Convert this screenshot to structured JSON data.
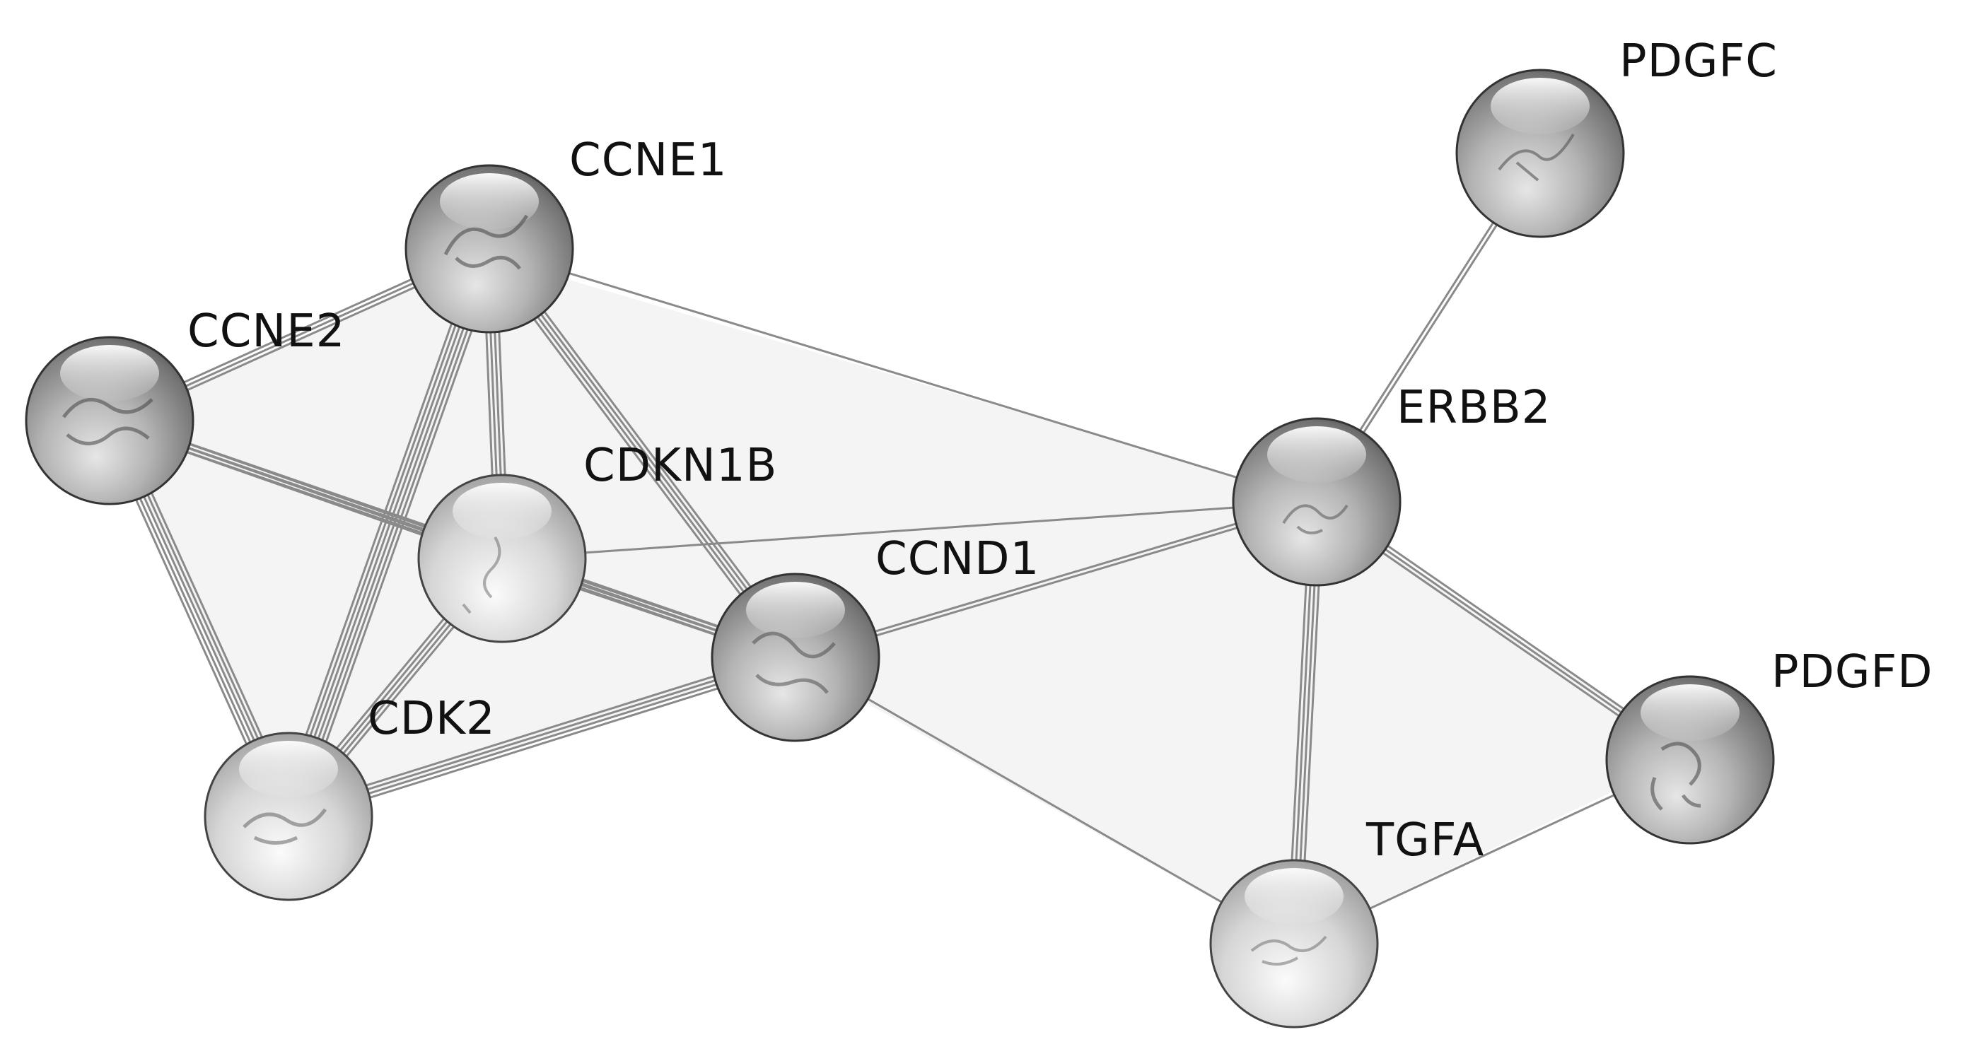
{
  "network": {
    "nodes": [
      {
        "id": "PDGFC",
        "label": "PDGFC",
        "tone": "dark"
      },
      {
        "id": "CCNE1",
        "label": "CCNE1",
        "tone": "dark"
      },
      {
        "id": "CCNE2",
        "label": "CCNE2",
        "tone": "dark"
      },
      {
        "id": "CDKN1B",
        "label": "CDKN1B",
        "tone": "light"
      },
      {
        "id": "ERBB2",
        "label": "ERBB2",
        "tone": "dark"
      },
      {
        "id": "CCND1",
        "label": "CCND1",
        "tone": "dark"
      },
      {
        "id": "PDGFD",
        "label": "PDGFD",
        "tone": "dark"
      },
      {
        "id": "CDK2",
        "label": "CDK2",
        "tone": "light"
      },
      {
        "id": "TGFA",
        "label": "TGFA",
        "tone": "light"
      }
    ],
    "edges": [
      {
        "source": "PDGFC",
        "target": "ERBB2",
        "lines": 2
      },
      {
        "source": "CCNE1",
        "target": "ERBB2",
        "lines": 1
      },
      {
        "source": "CCNE1",
        "target": "CCNE2",
        "lines": 3
      },
      {
        "source": "CCNE1",
        "target": "CDKN1B",
        "lines": 4
      },
      {
        "source": "CCNE1",
        "target": "CCND1",
        "lines": 4
      },
      {
        "source": "CCNE1",
        "target": "CDK2",
        "lines": 6
      },
      {
        "source": "CCNE2",
        "target": "CDKN1B",
        "lines": 3
      },
      {
        "source": "CCNE2",
        "target": "CCND1",
        "lines": 3
      },
      {
        "source": "CCNE2",
        "target": "CDK2",
        "lines": 5
      },
      {
        "source": "CDKN1B",
        "target": "ERBB2",
        "lines": 1
      },
      {
        "source": "CDKN1B",
        "target": "CCND1",
        "lines": 3
      },
      {
        "source": "CDKN1B",
        "target": "CDK2",
        "lines": 4
      },
      {
        "source": "CCND1",
        "target": "ERBB2",
        "lines": 2
      },
      {
        "source": "CCND1",
        "target": "CDK2",
        "lines": 4
      },
      {
        "source": "CCND1",
        "target": "TGFA",
        "lines": 1
      },
      {
        "source": "ERBB2",
        "target": "TGFA",
        "lines": 4
      },
      {
        "source": "ERBB2",
        "target": "PDGFD",
        "lines": 3
      },
      {
        "source": "TGFA",
        "target": "PDGFD",
        "lines": 1
      }
    ]
  }
}
